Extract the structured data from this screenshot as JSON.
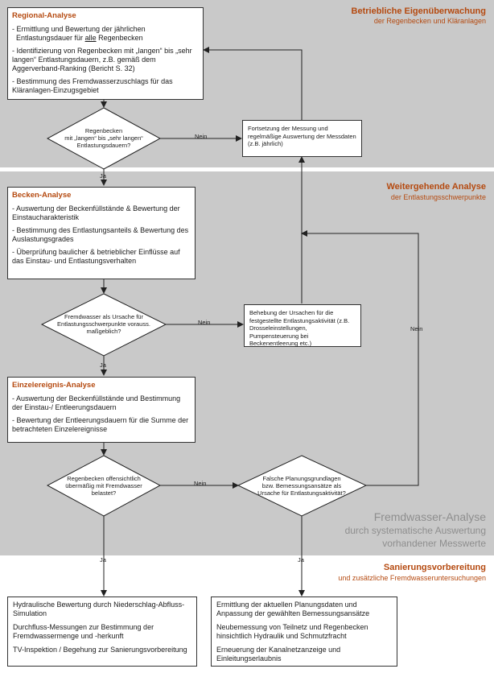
{
  "bands": {
    "band1": {
      "title": "Betriebliche Eigenüberwachung",
      "subtitle": "der Regenbecken und Kläranlagen"
    },
    "band2": {
      "title": "Weitergehende Analyse",
      "subtitle": "der Entlastungsschwerpunkte"
    },
    "band3": {
      "title": "Sanierungsvorbereitung",
      "subtitle": "und zusätzliche Fremdwasseruntersuchungen"
    }
  },
  "watermark": {
    "line1": "Fremdwasser-Analyse",
    "line2": "durch systematische Auswertung",
    "line3": "vorhandener Messwerte"
  },
  "regional": {
    "heading": "Regional-Analyse",
    "item1a": "- Ermittlung und Bewertung der jährlichen",
    "item1b": "Entlastungsdauer für ",
    "item1c": "alle",
    "item1d": " Regenbecken",
    "item2": "- Identifizierung von Regenbecken mit „langen“ bis „sehr langen“ Entlastungsdauern, z.B. gemäß dem Aggerverband-Ranking (Bericht S. 32)",
    "item3": "- Bestimmung des Fremdwasserzuschlags für das Kläranlagen-Einzugsgebiet"
  },
  "decision1": {
    "line1": "Regenbecken",
    "line2": "mit „langen“ bis „sehr langen“",
    "line3": "Entlastungsdauern?"
  },
  "note1": "Fortsetzung der Messung und regelmäßige Auswertung der Messdaten (z.B. jährlich)",
  "becken": {
    "heading": "Becken-Analyse",
    "item1": "- Auswertung der Beckenfüllstände & Bewertung der Einstaucharakteristik",
    "item2": "- Bestimmung des Entlastungsanteils & Bewertung des Auslastungsgrades",
    "item3": "- Überprüfung baulicher & betrieblicher Einflüsse auf das Einstau- und Entlastungsverhalten"
  },
  "decision2": {
    "line1": "Fremdwasser als Ursache für",
    "line2": "Entlastungsschwerpunkte vorauss.",
    "line3": "maßgeblich?"
  },
  "note2": "Behebung der Ursachen für die festgestellte Entlastungsaktivität (z.B. Drosseleinstellungen, Pumpensteuerung bei Beckenentleerung etc.)",
  "einzel": {
    "heading": "Einzelereignis-Analyse",
    "item1": "- Auswertung der Beckenfüllstände und Bestimmung der Einstau-/ Entleerungsdauern",
    "item2": "- Bewertung der Entleerungsdauern für die Summe der betrachteten Einzelereignisse"
  },
  "decision3": {
    "line1": "Regenbecken offensichtlich",
    "line2": "übermäßig mit Fremdwasser",
    "line3": "belastet?"
  },
  "decision4": {
    "line1": "Falsche Planungsgrundlagen",
    "line2": "bzw. Bemessungsansätze als",
    "line3": "Ursache für Entlastungsaktivität?"
  },
  "labels": {
    "ja": "Ja",
    "nein": "Nein"
  },
  "bottom_left": {
    "item1": "Hydraulische Bewertung durch Niederschlag-Abfluss-Simulation",
    "item2": "Durchfluss-Messungen zur Bestimmung der Fremdwassermenge und -herkunft",
    "item3": "TV-Inspektion / Begehung zur Sanierungsvorbereitung"
  },
  "bottom_right": {
    "item1": "Ermittlung der aktuellen Planungsdaten und Anpassung der gewählten Bemessungsansätze",
    "item2": "Neubemessung von Teilnetz und Regenbecken hinsichtlich Hydraulik und Schmutzfracht",
    "item3": "Erneuerung der Kanalnetzanzeige und Einleitungserlaubnis"
  }
}
